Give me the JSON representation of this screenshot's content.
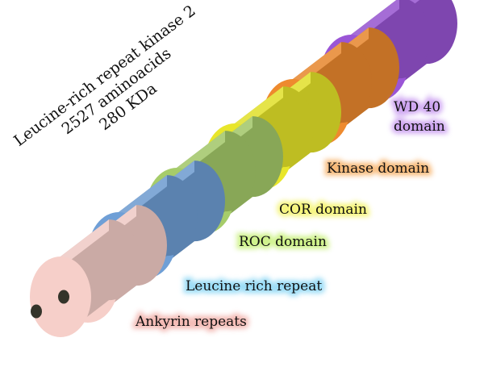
{
  "protein": {
    "name": "Leucine-rich repeat kinase 2",
    "length": "2527 aminoacids",
    "mass": "280 KDa"
  },
  "domains": [
    {
      "id": "ankyrin",
      "label_lines": [
        "Ankyrin repeats"
      ],
      "color": "#f6cfc9",
      "glow": "#f2b2ac"
    },
    {
      "id": "lrr",
      "label_lines": [
        "Leucine rich repeat"
      ],
      "color": "#6f9fd6",
      "glow": "#8fd8f5"
    },
    {
      "id": "roc",
      "label_lines": [
        "ROC domain"
      ],
      "color": "#a6cc6a",
      "glow": "#c8f07a"
    },
    {
      "id": "cor",
      "label_lines": [
        "COR domain"
      ],
      "color": "#e8e62a",
      "glow": "#f4f36b"
    },
    {
      "id": "kinase",
      "label_lines": [
        "Kinase domain"
      ],
      "color": "#ee8a2e",
      "glow": "#f7b26a"
    },
    {
      "id": "wd40",
      "label_lines": [
        "WD 40",
        "domain"
      ],
      "color": "#9a55d6",
      "glow": "#c99cf0"
    }
  ],
  "rod_color": "#505040"
}
